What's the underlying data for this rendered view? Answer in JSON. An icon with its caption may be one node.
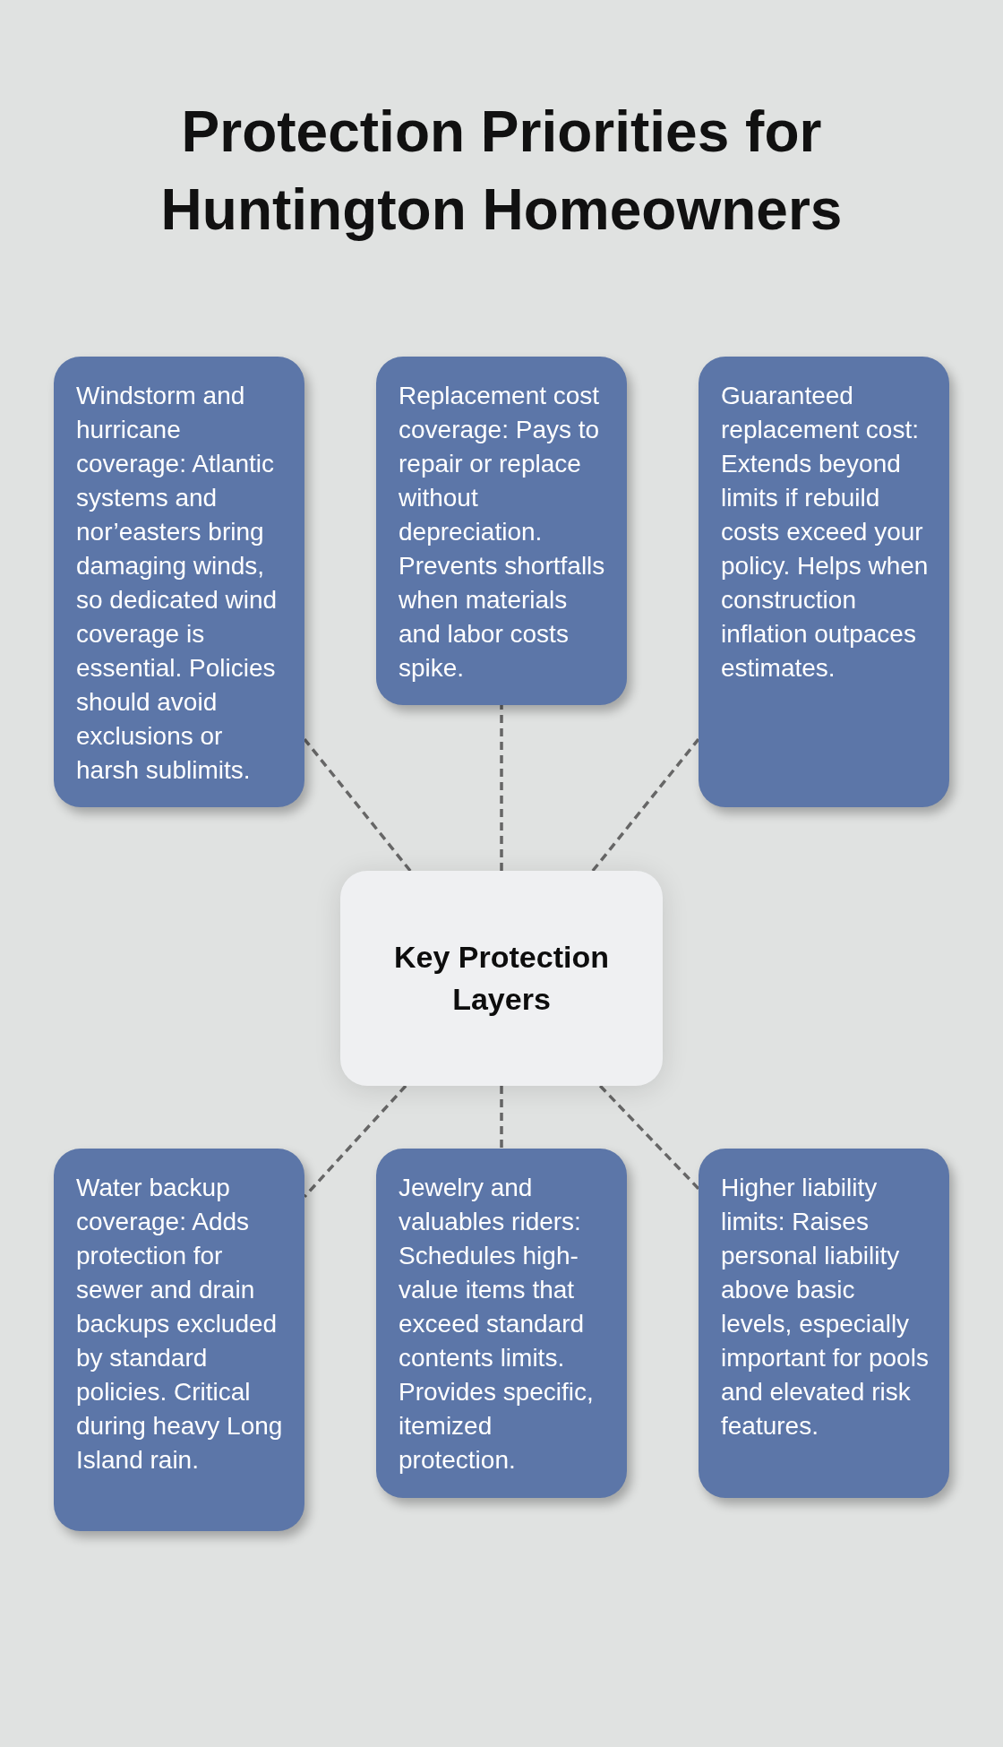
{
  "diagram": {
    "title": "Protection Priorities for Huntington Homeowners",
    "nodes": [
      {
        "text": [
          "Windstorm and hurricane coverage: Atlantic systems and nor’easters bring damaging winds, so dedicated wind coverage is essential. Policies should avoid exclusions or harsh sublimits."
        ]
      },
      {
        "text": [
          "Replacement cost coverage: Pays to repair or replace without depreciation. Prevents shortfalls when materials and labor costs spike."
        ]
      },
      {
        "text": [
          "Guaranteed replacement cost: Extends beyond limits if rebuild costs exceed your policy. Helps when construction inflation outpaces estimates."
        ]
      },
      {
        "text": [
          "Key Protection Layers"
        ]
      },
      {
        "text": [
          "Water backup coverage: Adds protection for sewer and drain backups excluded by standard policies. Critical during heavy Long Island rain."
        ]
      },
      {
        "text": [
          "Jewelry and valuables riders: Schedules high-value items that exceed standard contents limits. Provides specific, itemized protection."
        ]
      },
      {
        "text": [
          "Higher liability limits: Raises personal liability above basic levels, especially important for pools and elevated risk features."
        ]
      }
    ],
    "edges": [
      {
        "from": 3,
        "to": 0,
        "arrow": "none",
        "style": "dashed"
      },
      {
        "from": 3,
        "to": 1,
        "arrow": "none",
        "style": "dashed"
      },
      {
        "from": 3,
        "to": 2,
        "arrow": "none",
        "style": "dashed"
      },
      {
        "from": 3,
        "to": 4,
        "arrow": "none",
        "style": "dashed"
      },
      {
        "from": 3,
        "to": 5,
        "arrow": "none",
        "style": "dashed"
      },
      {
        "from": 3,
        "to": 6,
        "arrow": "none",
        "style": "dashed"
      }
    ]
  }
}
